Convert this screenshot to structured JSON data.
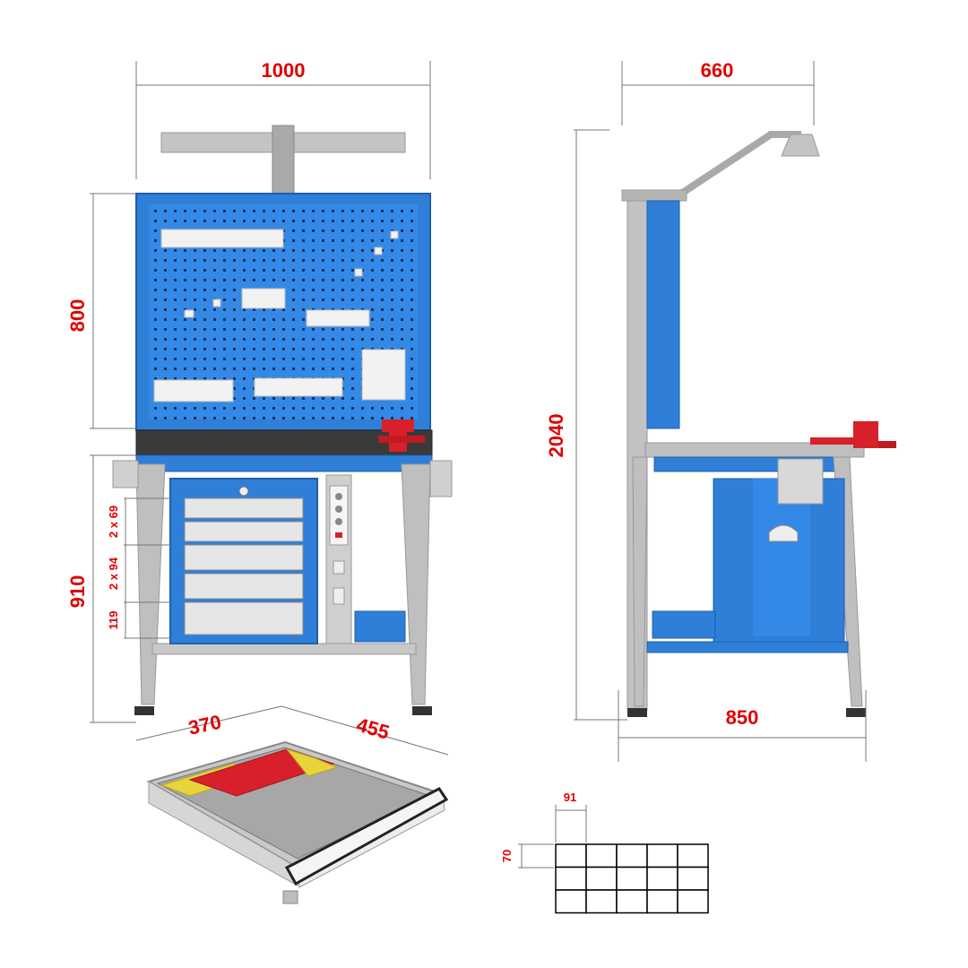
{
  "colors": {
    "blue": "#2f7fd8",
    "blue_dark": "#1e5fae",
    "gray": "#bfbfbf",
    "gray_dark": "#8f8f8f",
    "red": "#d8202a",
    "yellow": "#e7d43a",
    "dim_text": "#e00000"
  },
  "dimensions": {
    "front_width": "1000",
    "side_depth": "660",
    "panel_height": "800",
    "total_height": "2040",
    "bench_height": "910",
    "bench_depth": "850",
    "drawer_small": "2 x 69",
    "drawer_mid": "2 x 94",
    "drawer_big": "119",
    "drawer_width": "370",
    "drawer_depth": "455",
    "cell_width": "91",
    "cell_height": "70"
  },
  "grid": {
    "rows": 3,
    "cols": 5
  }
}
